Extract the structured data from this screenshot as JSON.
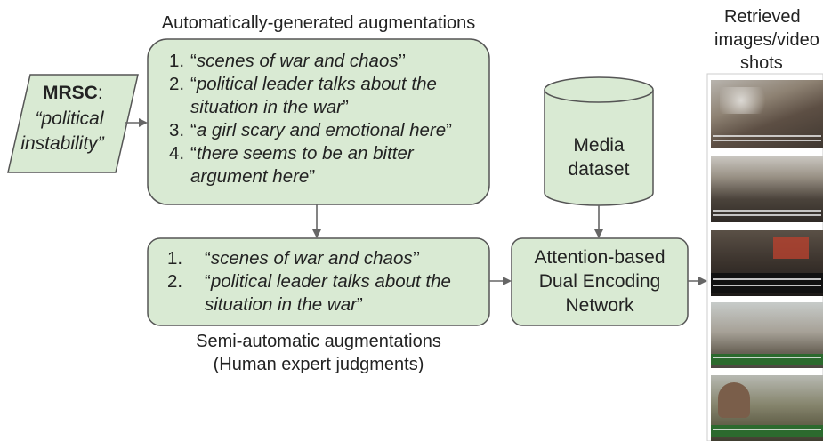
{
  "titles": {
    "auto": "Automatically-generated augmentations",
    "semi_line1": "Semi-automatic augmentations",
    "semi_line2": "(Human expert judgments)",
    "retrieved_line1": "Retrieved",
    "retrieved_line2": "images/video",
    "retrieved_line3": "shots"
  },
  "query": {
    "label": "MRSC",
    "colon": ":",
    "line1": "“political",
    "line2": "instability”"
  },
  "auto_items": [
    {
      "num": "1.",
      "open": "“",
      "text": "scenes of war and chaos",
      "close": "’’"
    },
    {
      "num": "2.",
      "open": "“",
      "text": "political leader talks about the situation in the war",
      "close": "”"
    },
    {
      "num": "3.",
      "open": "“",
      "text": "a girl scary and emotional here",
      "close": "”"
    },
    {
      "num": "4.",
      "open": "“",
      "text": "there seems to be an bitter argument here",
      "close": "”"
    }
  ],
  "semi_items": [
    {
      "num": "1.",
      "open": "“",
      "text": "scenes of war and chaos",
      "close": "’’"
    },
    {
      "num": "2.",
      "open": "“",
      "text": "political leader talks about the situation in the war",
      "close": "”"
    }
  ],
  "media": {
    "line1": "Media",
    "line2": "dataset"
  },
  "network": {
    "line1": "Attention-based",
    "line2": "Dual Encoding",
    "line3": "Network"
  },
  "colors": {
    "node_fill": "#d9ead3",
    "node_stroke": "#555555",
    "arrow": "#666666"
  }
}
